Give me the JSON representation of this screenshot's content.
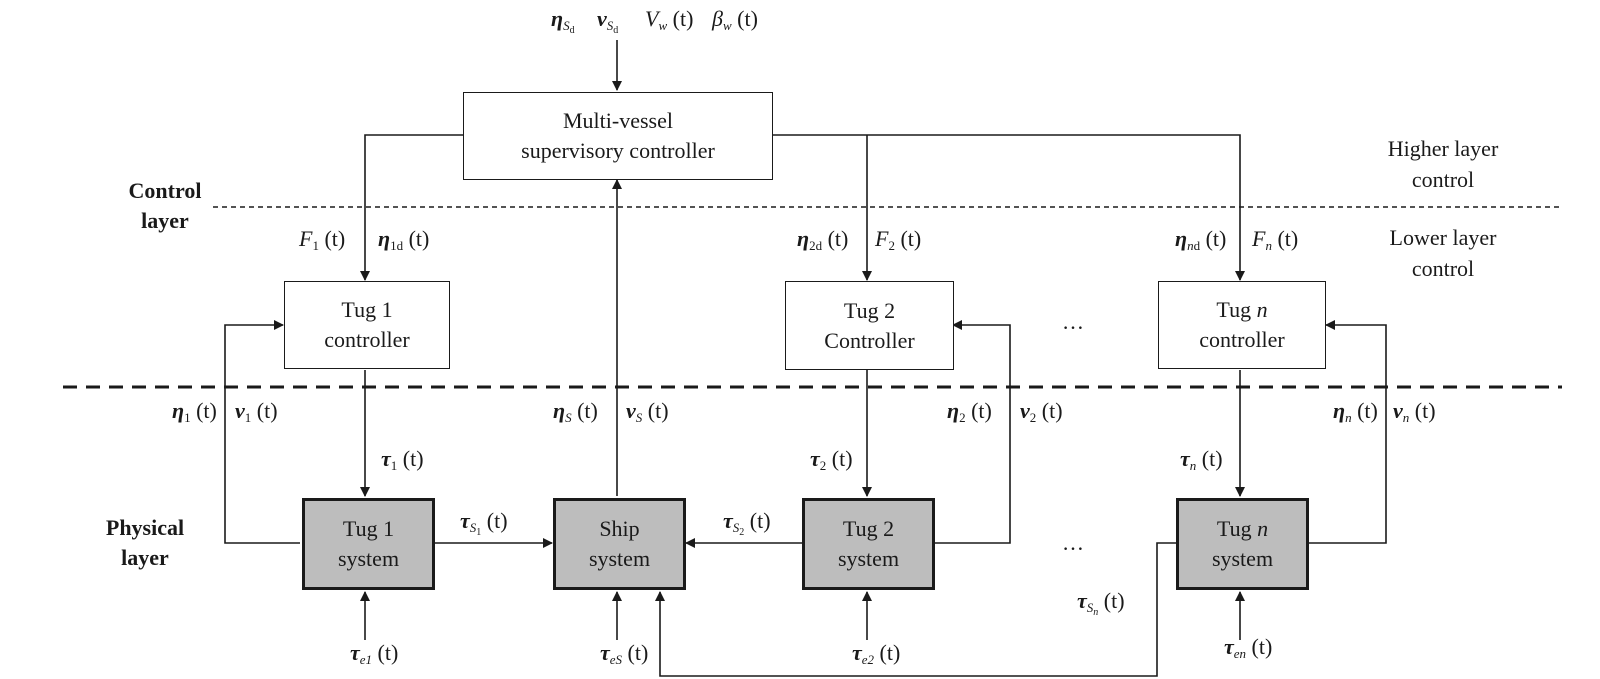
{
  "layers": {
    "control": [
      "Control",
      "layer"
    ],
    "physical": [
      "Physical",
      "layer"
    ]
  },
  "notes": {
    "higher": [
      "Higher layer",
      "control"
    ],
    "lower": [
      "Lower layer",
      "control"
    ]
  },
  "ellipsis": "…",
  "boxes": {
    "supervisor": [
      "Multi-vessel",
      "supervisory controller"
    ],
    "tug1_ctrl": [
      "Tug 1",
      "controller"
    ],
    "tug2_ctrl": [
      "Tug 2",
      "Controller"
    ],
    "tugn_ctrl_name": "Tug",
    "tugn_ctrl_idx": "n",
    "tugn_ctrl_line2": "controller",
    "tug1_sys": [
      "Tug 1",
      "system"
    ],
    "ship_sys": [
      "Ship",
      "system"
    ],
    "tug2_sys": [
      "Tug 2",
      "system"
    ],
    "tugn_sys_name": "Tug",
    "tugn_sys_idx": "n",
    "tugn_sys_line2": "system"
  },
  "symbols": {
    "eta": "η",
    "nu": "v",
    "tau": "τ",
    "beta": "β",
    "V": "V",
    "F": "F",
    "t": "(t)"
  },
  "subs": {
    "S": "S",
    "d": "d",
    "w": "w",
    "one": "1",
    "two": "2",
    "n": "n",
    "e1": "e1",
    "e2": "e2",
    "eS": "eS",
    "en": "en",
    "S1_S": "S",
    "S1_1": "1",
    "S2_2": "2",
    "Sn_n": "n"
  }
}
